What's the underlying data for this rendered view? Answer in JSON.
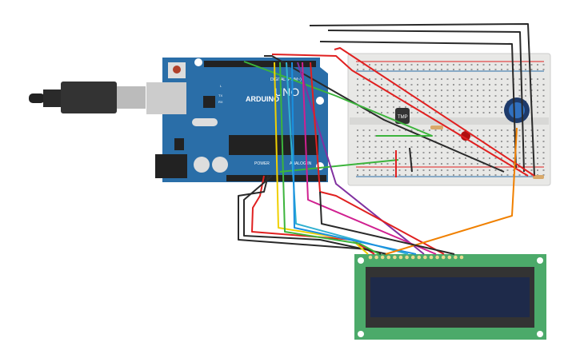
{
  "arduino": {
    "brand": "ARDUINO",
    "model": "UNO",
    "digital_label": "DIGITAL (PWM~)",
    "power_label": "POWER",
    "analog_label": "ANALOG IN",
    "led_labels": [
      "L",
      "TX",
      "RX"
    ],
    "color": "#2a6ea8"
  },
  "sensor": {
    "label": "TMP"
  },
  "lcd": {
    "board_color": "#4caa6a",
    "screen_color": "#1e2a4a"
  },
  "breadboard": {
    "color": "#e8e8e6"
  },
  "wire_colors": {
    "red": "#e02020",
    "black": "#2a2a2a",
    "yellow": "#f0d000",
    "green": "#3cb43c",
    "cyan": "#30b0d0",
    "blue": "#1a90e0",
    "purple": "#8030a0",
    "magenta": "#d02090",
    "orange": "#f08000"
  }
}
